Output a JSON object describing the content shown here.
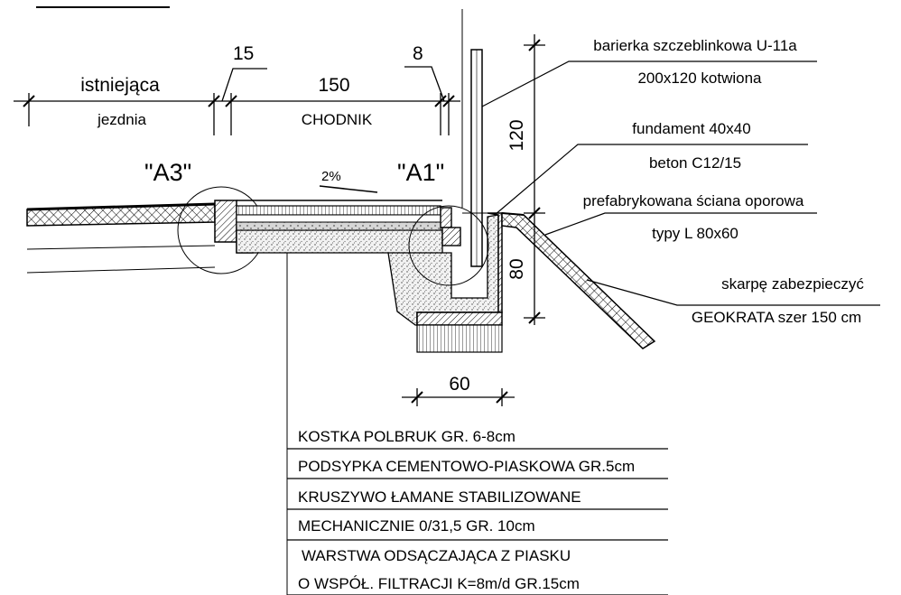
{
  "dims": {
    "d15": "15",
    "d150": "150",
    "d8": "8",
    "d120": "120",
    "d80": "80",
    "d60": "60",
    "slope": "2%"
  },
  "labels": {
    "existing_top": "istniejąca",
    "existing_bottom": "jezdnia",
    "sidewalk": "CHODNIK",
    "detail_a3": "\"A3\"",
    "detail_a1": "\"A1\"",
    "barrier_1": "barierka szczeblinkowa U-11a",
    "barrier_2": "200x120 kotwiona",
    "foundation_1": "fundament 40x40",
    "foundation_2": "beton C12/15",
    "wall_1": "prefabrykowana ściana oporowa",
    "wall_2": "typy L 80x60",
    "slope_1": "skarpę zabezpieczyć",
    "slope_2": "GEOKRATA szer 150 cm"
  },
  "layers": [
    "KOSTKA POLBRUK GR. 6-8cm",
    "PODSYPKA CEMENTOWO-PIASKOWA GR.5cm",
    "KRUSZYWO ŁAMANE STABILIZOWANE",
    "MECHANICZNIE 0/31,5 GR. 10cm",
    "WARSTWA ODSĄCZAJĄCA Z PIASKU",
    "O WSPÓŁ. FILTRACJI K=8m/d  GR.15cm"
  ]
}
